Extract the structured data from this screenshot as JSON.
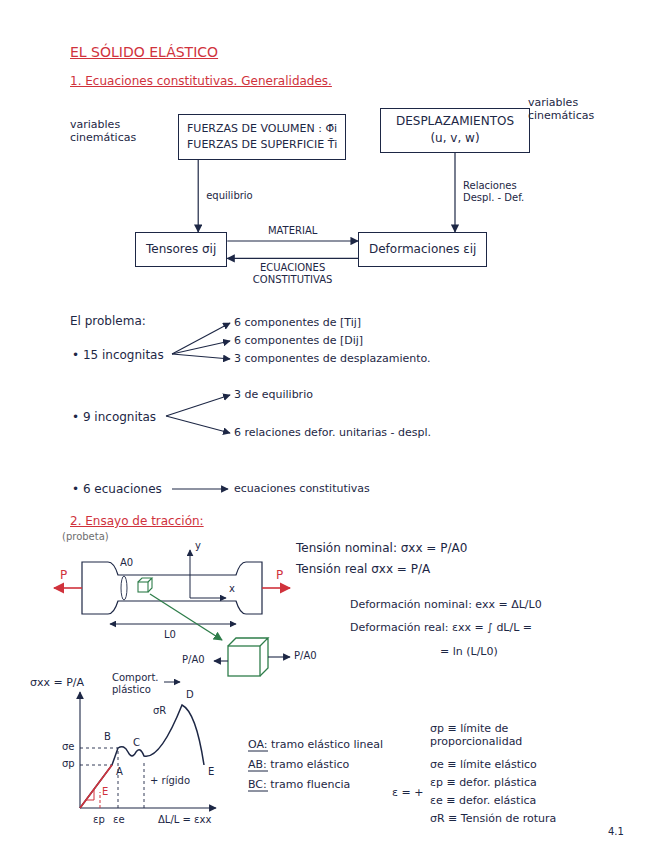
{
  "diagram": {
    "title": "EL SÓLIDO ELÁSTICO",
    "nodes": [
      {
        "text": [
          "FUERZAS DE VOLUMEN : Φ̄i",
          "FUERZAS DE SUPERFICIE T̄i"
        ]
      },
      {
        "text": [
          "DESPLAZAMIENTOS (u, v, w)"
        ]
      },
      {
        "text": [
          "Tensores σij"
        ]
      },
      {
        "text": [
          "Deformaciones εij"
        ]
      }
    ],
    "edges": [
      {
        "from": 0,
        "to": 2,
        "arrow": "to",
        "label": "equilibrio"
      },
      {
        "from": 1,
        "to": 3,
        "arrow": "to",
        "label": "Relaciones Despl. - Def."
      },
      {
        "from": 2,
        "to": 3,
        "arrow": "to",
        "label": "MATERIAL"
      },
      {
        "from": 3,
        "to": 2,
        "arrow": "to",
        "label": "ECUACIONES CONSTITUTIVAS"
      }
    ],
    "labels": [
      "1. Ecuaciones constitutivas. Generalidades.",
      "variables cinemáticas",
      "variables cinemáticas",
      "El problema:",
      "• 15 incognitas",
      "6 componentes de [Tij]",
      "6 componentes de [Dij]",
      "3 componentes de desplazamiento.",
      "• 9 incognitas",
      "3 de equilibrio",
      "6 relaciones defor. unitarias - despl.",
      "• 6 ecuaciones",
      "ecuaciones constitutivas",
      "2. Ensayo de tracción:",
      "(probeta)",
      "Tensión nominal: σxx = P/A0",
      "Tensión real σxx = P/A",
      "Deformación nominal: exx = ΔL/L0",
      "Deformación real: εxx = ∫ dL/L =",
      "= ln (L/L0)",
      "P",
      "P",
      "A0",
      "L0",
      "y",
      "x",
      "P/A0",
      "P/A0",
      "σxx = P/A",
      "σe",
      "σp",
      "A",
      "B",
      "C",
      "D",
      "E",
      "E",
      "Comport. plástico",
      "σR",
      "+ rígido",
      "εp",
      "εe",
      "ΔL/L = εxx",
      "OA: tramo elástico lineal",
      "AB: tramo elástico",
      "BC: tramo fluencia",
      "σp ≡ límite de proporcionalidad",
      "σe ≡ límite elástico",
      "εp ≡ defor. plástica",
      "ε = +",
      "εe ≡ defor. elástica",
      "σR ≡ Tensión de rotura",
      "4.1"
    ]
  }
}
